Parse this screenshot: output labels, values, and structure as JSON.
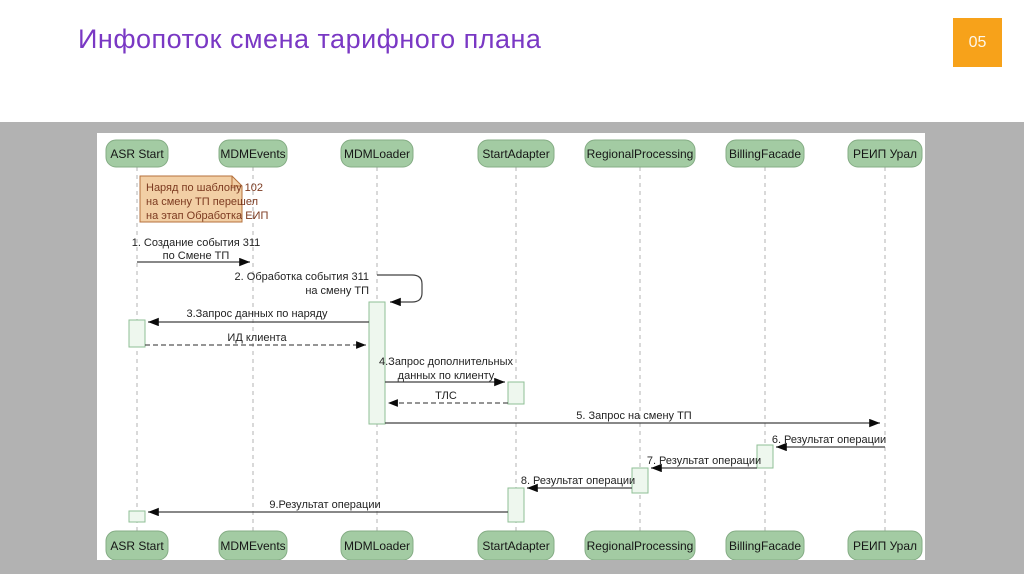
{
  "slide": {
    "title": "Инфопоток смена тарифного плана",
    "page_number": "05"
  },
  "colors": {
    "title": "#7a38c4",
    "page_badge": "#f7a21a",
    "stage_background": "#b2b2b2",
    "participant_fill": "#a3cba3",
    "participant_border": "#84ac84",
    "note_fill": "#f2cfa5",
    "note_border": "#b5713d",
    "note_text": "#7c3a20",
    "activation_fill": "#eef7ee",
    "activation_border": "#8fbf96",
    "arrow": "#404040",
    "lifeline": "#b3b3b3"
  },
  "diagram": {
    "participants": [
      {
        "label": "ASR Start"
      },
      {
        "label": "MDMEvents"
      },
      {
        "label": "MDMLoader"
      },
      {
        "label": "StartAdapter"
      },
      {
        "label": "RegionalProcessing"
      },
      {
        "label": "BillingFacade"
      },
      {
        "label": "РЕИП Урал"
      }
    ],
    "note": {
      "lines": [
        "Наряд по шаблону 102",
        "на смену ТП перешел",
        "на этап Обработка ЕИП"
      ]
    },
    "messages": [
      {
        "label_lines": [
          "1. Создание события 311",
          "по Смене ТП"
        ],
        "from": "ASR Start",
        "to": "MDMEvents",
        "type": "solid"
      },
      {
        "label_lines": [
          "2. Обработка события 311",
          "на смену ТП"
        ],
        "from": "MDMLoader",
        "to": "MDMLoader",
        "type": "self"
      },
      {
        "label_lines": [
          "3.Запрос данных по наряду"
        ],
        "from": "MDMLoader",
        "to": "ASR Start",
        "type": "solid"
      },
      {
        "label_lines": [
          "ИД клиента"
        ],
        "from": "ASR Start",
        "to": "MDMLoader",
        "type": "dashed-return"
      },
      {
        "label_lines": [
          "4.Запрос дополнительных",
          "данных по клиенту"
        ],
        "from": "MDMLoader",
        "to": "StartAdapter",
        "type": "solid"
      },
      {
        "label_lines": [
          "ТЛС"
        ],
        "from": "StartAdapter",
        "to": "MDMLoader",
        "type": "dashed-return"
      },
      {
        "label_lines": [
          "5. Запрос на смену ТП"
        ],
        "from": "MDMLoader",
        "to": "РЕИП Урал",
        "type": "solid"
      },
      {
        "label_lines": [
          "6. Результат операции"
        ],
        "from": "РЕИП Урал",
        "to": "BillingFacade",
        "type": "solid"
      },
      {
        "label_lines": [
          "7. Результат операции"
        ],
        "from": "BillingFacade",
        "to": "RegionalProcessing",
        "type": "solid"
      },
      {
        "label_lines": [
          "8. Результат операции"
        ],
        "from": "RegionalProcessing",
        "to": "StartAdapter",
        "type": "solid"
      },
      {
        "label_lines": [
          "9.Результат операции"
        ],
        "from": "StartAdapter",
        "to": "ASR Start",
        "type": "solid"
      }
    ]
  }
}
